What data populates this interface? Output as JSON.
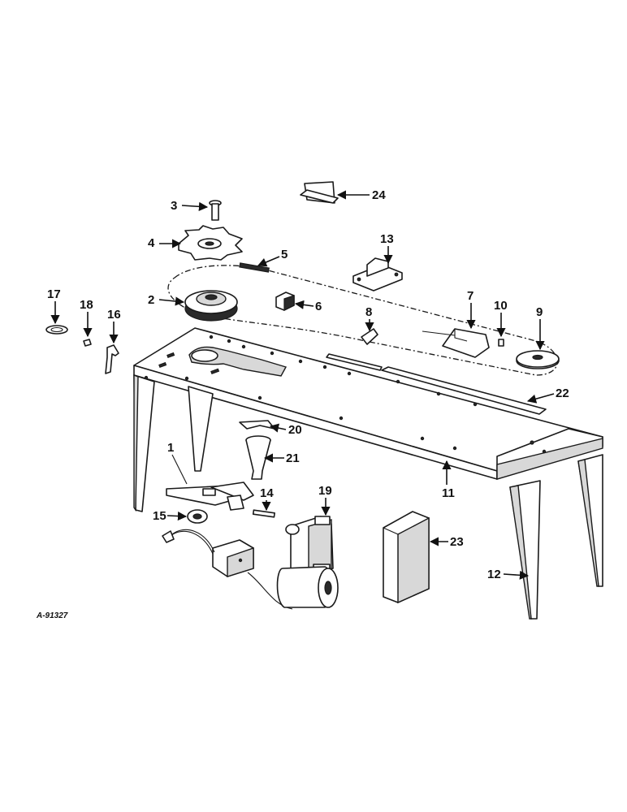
{
  "drawing_ref": "A-91327",
  "callouts": [
    {
      "id": "c1",
      "label": "1"
    },
    {
      "id": "c2",
      "label": "2"
    },
    {
      "id": "c3",
      "label": "3"
    },
    {
      "id": "c4",
      "label": "4"
    },
    {
      "id": "c5",
      "label": "5"
    },
    {
      "id": "c6",
      "label": "6"
    },
    {
      "id": "c7",
      "label": "7"
    },
    {
      "id": "c8",
      "label": "8"
    },
    {
      "id": "c9",
      "label": "9"
    },
    {
      "id": "c10",
      "label": "10"
    },
    {
      "id": "c11",
      "label": "11"
    },
    {
      "id": "c12",
      "label": "12"
    },
    {
      "id": "c13",
      "label": "13"
    },
    {
      "id": "c14",
      "label": "14"
    },
    {
      "id": "c15",
      "label": "15"
    },
    {
      "id": "c16",
      "label": "16"
    },
    {
      "id": "c17",
      "label": "17"
    },
    {
      "id": "c18",
      "label": "18"
    },
    {
      "id": "c19",
      "label": "19"
    },
    {
      "id": "c20",
      "label": "20"
    },
    {
      "id": "c21",
      "label": "21"
    },
    {
      "id": "c22",
      "label": "22"
    },
    {
      "id": "c23",
      "label": "23"
    },
    {
      "id": "c24",
      "label": "24"
    }
  ]
}
